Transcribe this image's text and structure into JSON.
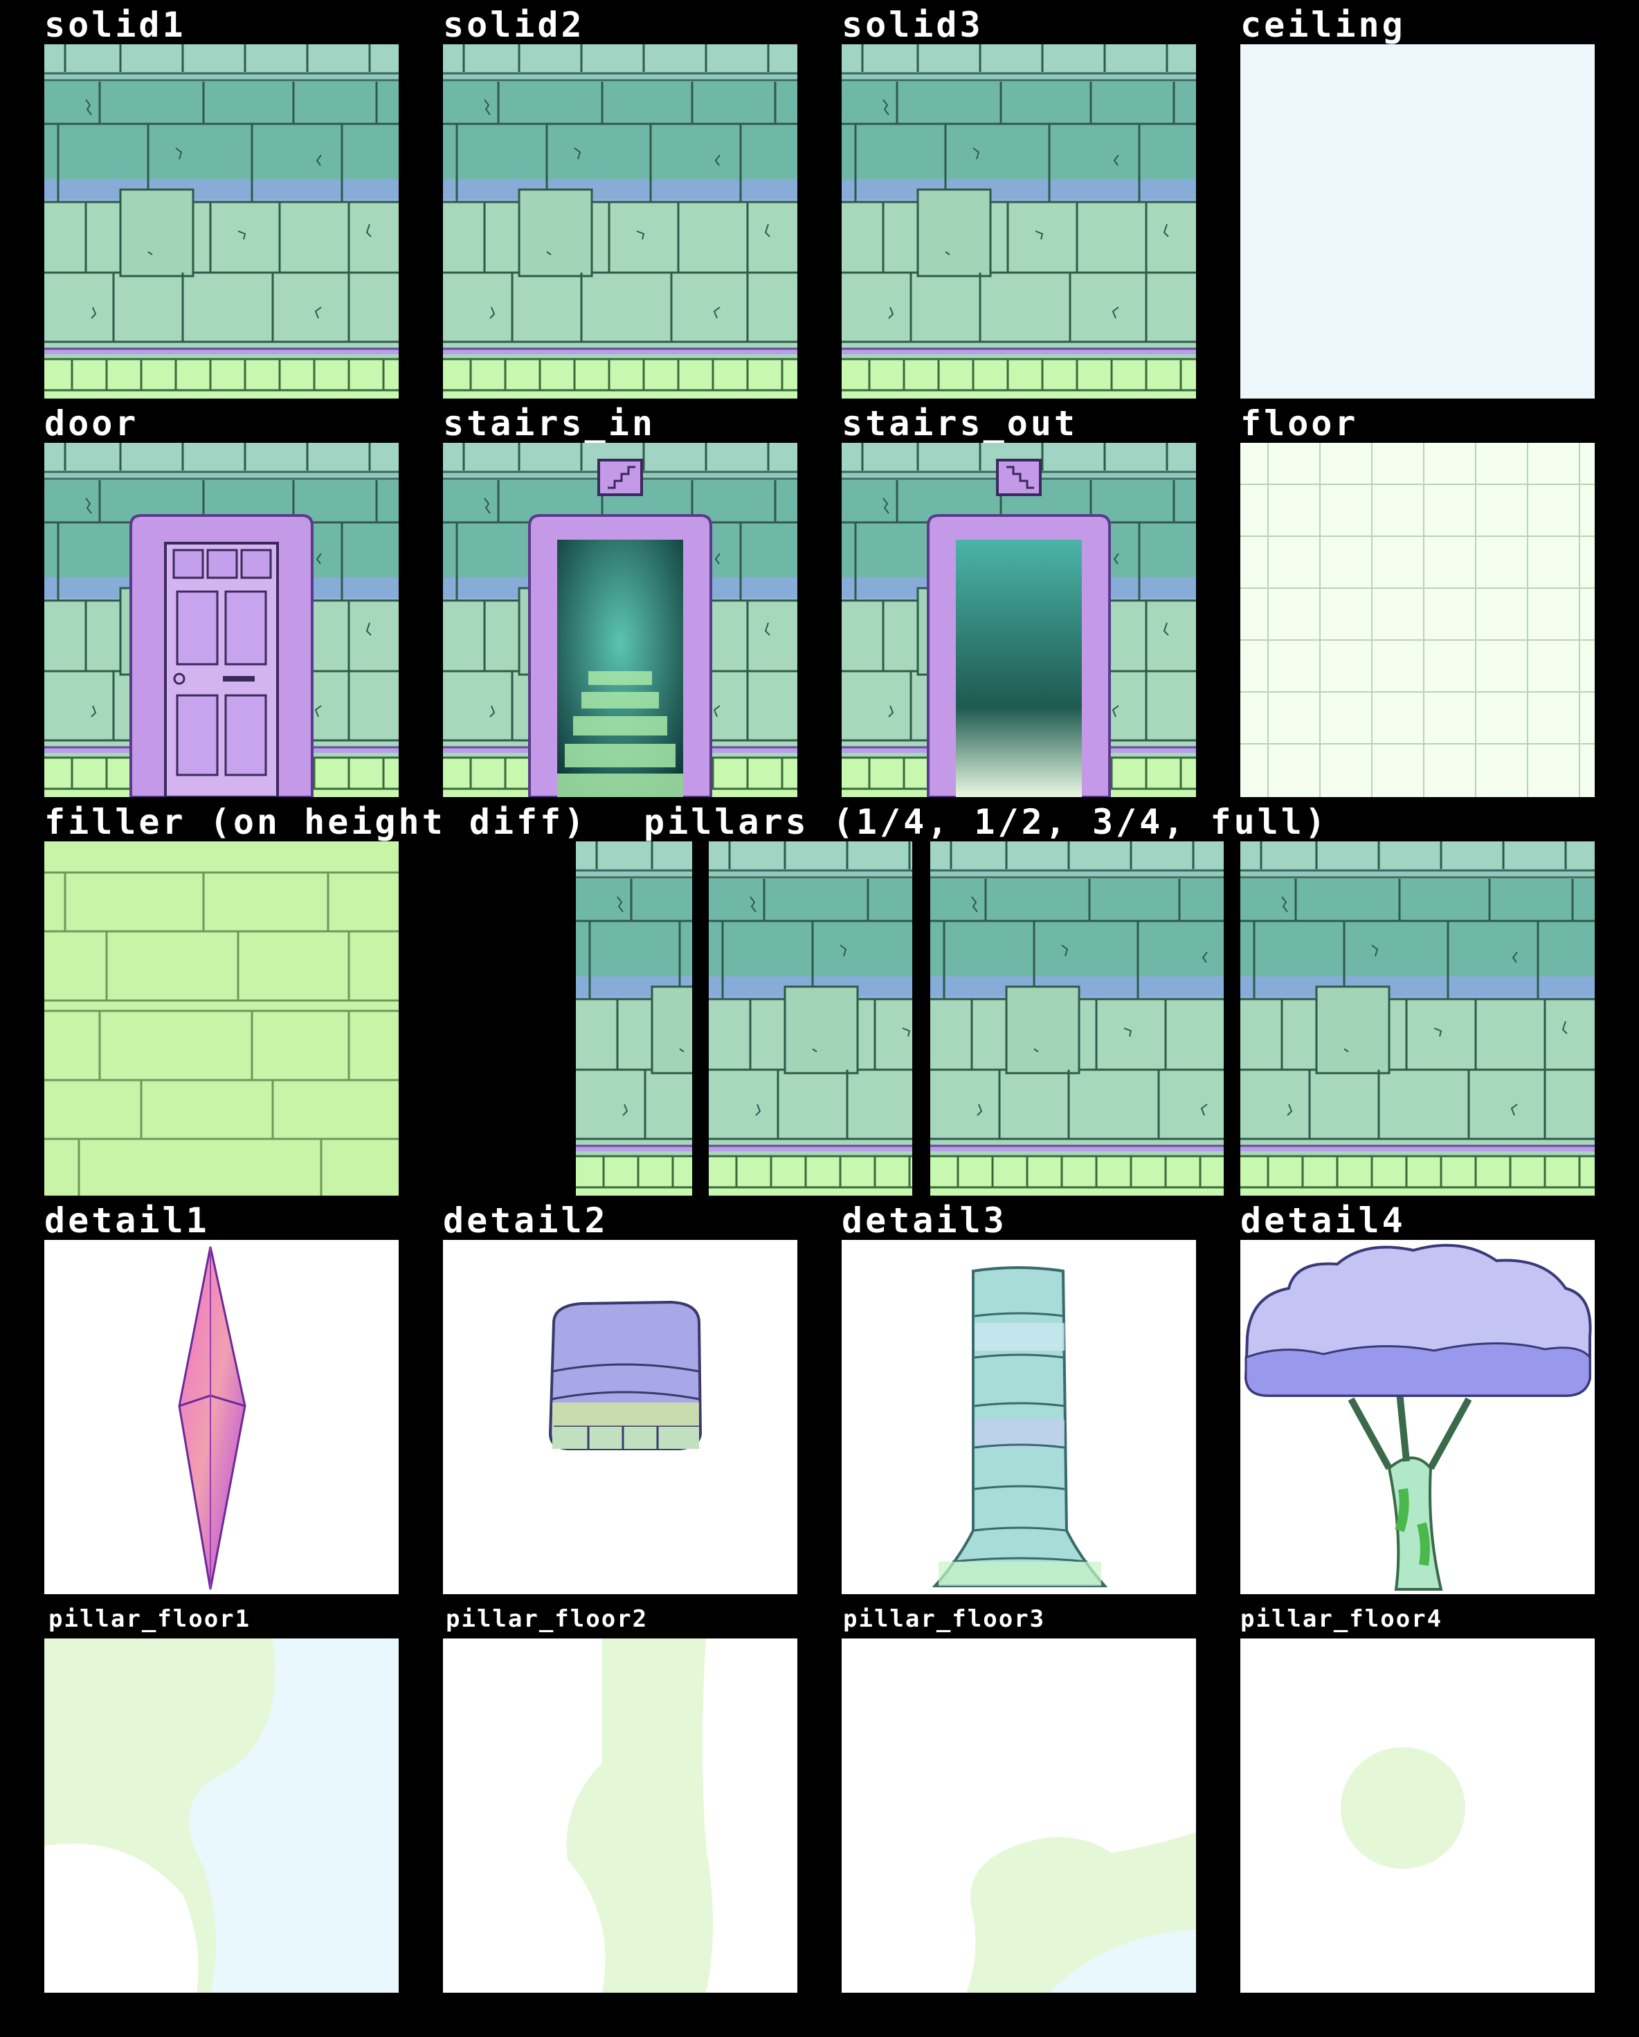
{
  "sheet": {
    "row1": {
      "solid1": "solid1",
      "solid2": "solid2",
      "solid3": "solid3",
      "ceiling": "ceiling"
    },
    "row2": {
      "door": "door",
      "stairs_in": "stairs_in",
      "stairs_out": "stairs_out",
      "floor": "floor"
    },
    "row3": {
      "filler": "filler (on height diff)",
      "pillars": "pillars (1/4, 1/2, 3/4, full)"
    },
    "row4": {
      "detail1": "detail1",
      "detail2": "detail2",
      "detail3": "detail3",
      "detail4": "detail4"
    },
    "row5": {
      "pillar_floor1": "pillar_floor1",
      "pillar_floor2": "pillar_floor2",
      "pillar_floor3": "pillar_floor3",
      "pillar_floor4": "pillar_floor4"
    }
  },
  "colors": {
    "background": "#000000",
    "wall_upper": "#6fb8a8",
    "wall_band": "#9aa8ea",
    "wall_lower": "#a8d8bc",
    "wall_base": "#c8f8b0",
    "ceiling": "#eef8fc",
    "floor": "#f4fff0",
    "filler": "#c8f4a8",
    "door_frame": "#c49ae8",
    "crystal": "#d860e8",
    "stump": "#a8a8e8",
    "column": "#a8dcd8",
    "tree_canopy": "#a8a8f0",
    "tree_trunk": "#b0e8c8",
    "patch": "#e4f8d8"
  }
}
